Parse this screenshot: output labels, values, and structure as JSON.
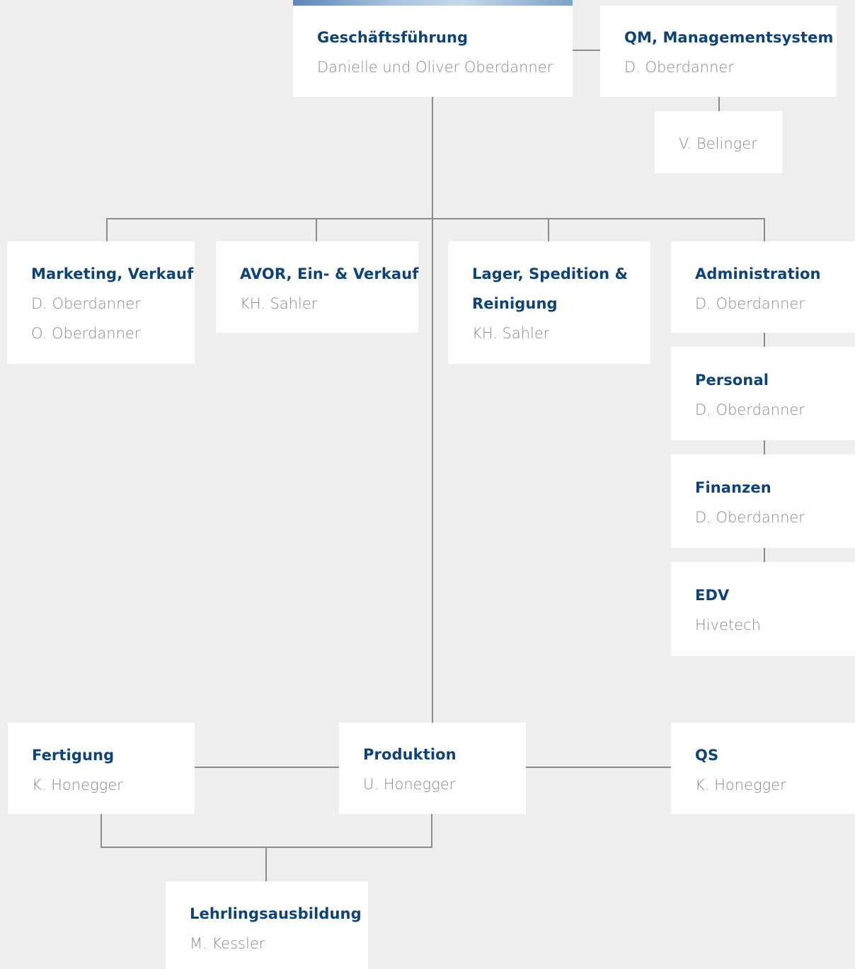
{
  "nodes": {
    "geschaeftsfuehrung": {
      "title": "Geschäftsführung",
      "persons": [
        "Danielle und Oliver Oberdanner"
      ]
    },
    "qm": {
      "title": "QM, Managementsystem",
      "persons": [
        "D. Oberdanner"
      ]
    },
    "belinger": {
      "persons": [
        "V. Belinger"
      ]
    },
    "marketing": {
      "title": "Marketing, Verkauf",
      "persons": [
        "D. Oberdanner",
        "O. Oberdanner"
      ]
    },
    "avor": {
      "title": "AVOR, Ein- & Verkauf",
      "persons": [
        "KH. Sahler"
      ]
    },
    "lager": {
      "title": [
        "Lager, Spedition &",
        "Reinigung"
      ],
      "persons": [
        "KH. Sahler"
      ]
    },
    "administration": {
      "title": "Administration",
      "persons": [
        "D. Oberdanner"
      ]
    },
    "personal": {
      "title": "Personal",
      "persons": [
        "D. Oberdanner"
      ]
    },
    "finanzen": {
      "title": "Finanzen",
      "persons": [
        "D. Oberdanner"
      ]
    },
    "edv": {
      "title": "EDV",
      "persons": [
        "Hivetech"
      ]
    },
    "fertigung": {
      "title": "Fertigung",
      "persons": [
        "K. Honegger"
      ]
    },
    "produktion": {
      "title": "Produktion",
      "persons": [
        "U. Honegger"
      ]
    },
    "qs": {
      "title": "QS",
      "persons": [
        "K. Honegger"
      ]
    },
    "lehrlingsausbildung": {
      "title": "Lehrlingsausbildung",
      "persons": [
        "M. Kessler"
      ]
    }
  },
  "colors": {
    "background": "#edeeed",
    "card": "#ffffff",
    "title": "#0d4377",
    "person": "#8a8a8a",
    "connector": "#8c8c8c"
  }
}
